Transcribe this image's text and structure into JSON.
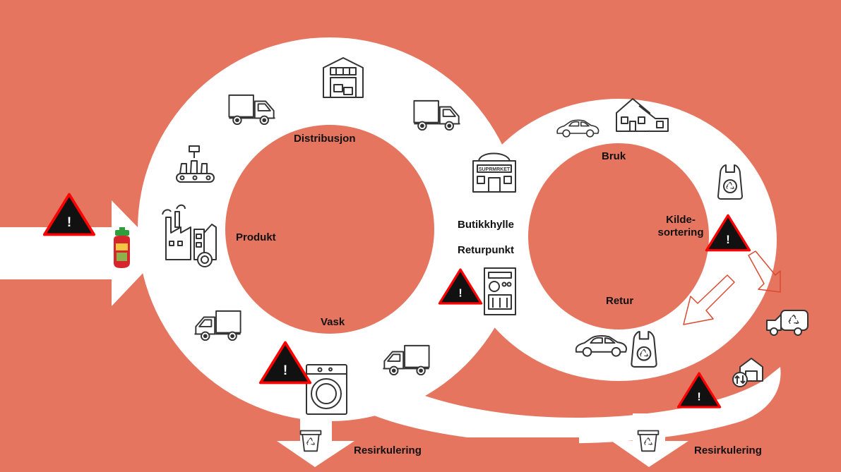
{
  "colors": {
    "background": "#e67560",
    "path": "#ffffff",
    "warning_fill": "#111111",
    "warning_border": "#ff0000",
    "icon_stroke": "#333333",
    "bottle": "#d7262b",
    "bottle_cap": "#2e9d3a"
  },
  "labels": {
    "distribusjon": "Distribusjon",
    "produkt": "Produkt",
    "vask": "Vask",
    "butikkhylle": "Butikkhylle",
    "returpunkt": "Returpunkt",
    "bruk": "Bruk",
    "kildesortering_line1": "Kilde-",
    "kildesortering_line2": "sortering",
    "retur": "Retur",
    "resirkulering_left": "Resirkulering",
    "resirkulering_right": "Resirkulering"
  },
  "warning_symbol": "!",
  "store_sign": "SUPRMRKET",
  "icons": [
    "product-bottle-icon",
    "factory-icon",
    "bottling-line-icon",
    "truck-icon",
    "warehouse-icon",
    "supermarket-icon",
    "car-icon",
    "house-icon",
    "recycling-bag-icon",
    "reverse-vending-machine-icon",
    "washing-machine-icon",
    "recycling-bin-icon",
    "garbage-truck-icon",
    "recycling-facility-icon",
    "warning-icon"
  ]
}
